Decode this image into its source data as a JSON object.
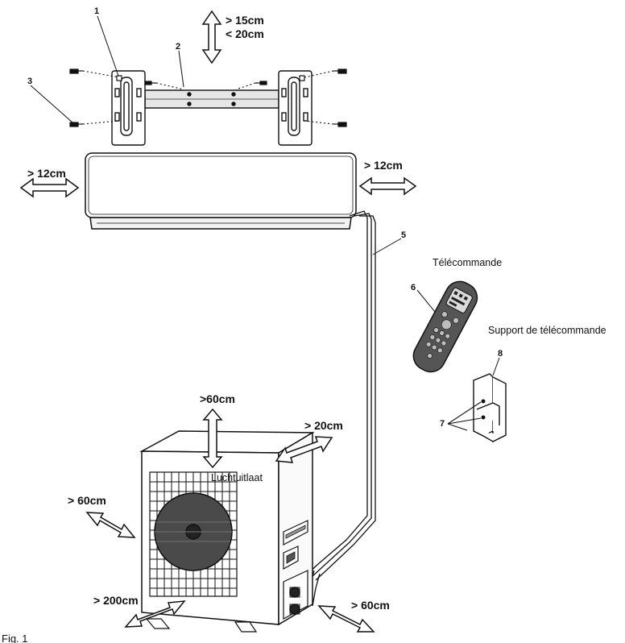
{
  "labels": {
    "indoor_top_min": "> 15cm",
    "indoor_top_max": "< 20cm",
    "indoor_left": "> 12cm",
    "indoor_right": "> 12cm",
    "outdoor_top": ">60cm",
    "outdoor_right_back": "> 20cm",
    "outdoor_left": "> 60cm",
    "outdoor_front": "> 200cm",
    "outdoor_right_front": "> 60cm",
    "air_outlet": "Luchtuitlaat",
    "remote": "Télécommande",
    "remote_holder": "Support de télécommande",
    "figure": "Fig. 1"
  },
  "callouts": [
    "1",
    "2",
    "3",
    "5",
    "6",
    "7",
    "8"
  ]
}
